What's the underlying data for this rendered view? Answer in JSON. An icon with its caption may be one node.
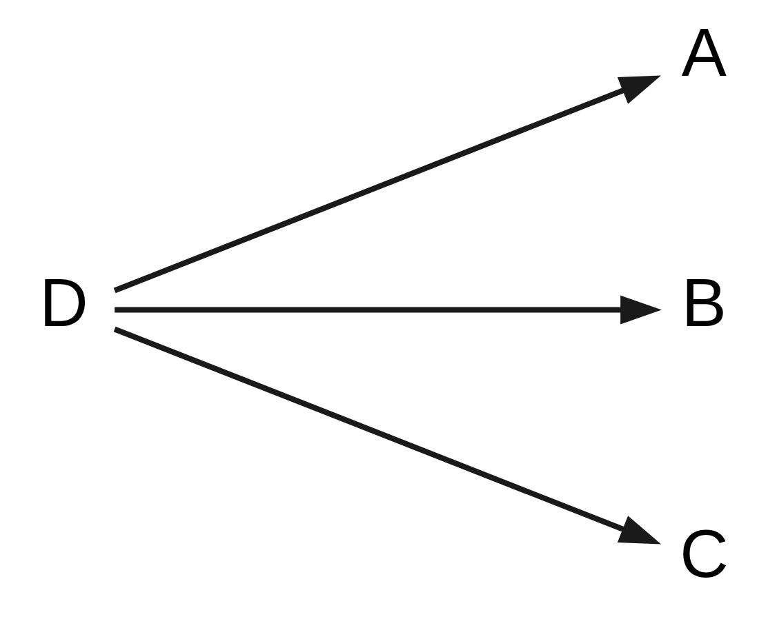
{
  "diagram": {
    "nodes": [
      {
        "text": [
          "A"
        ]
      },
      {
        "text": [
          "D"
        ]
      },
      {
        "text": [
          "B"
        ]
      },
      {
        "text": [
          "C"
        ]
      }
    ],
    "edges": [
      {
        "from": 1,
        "to": 0,
        "arrow": "to"
      },
      {
        "from": 1,
        "to": 2,
        "arrow": "to"
      },
      {
        "from": 1,
        "to": 3,
        "arrow": "to"
      }
    ]
  }
}
